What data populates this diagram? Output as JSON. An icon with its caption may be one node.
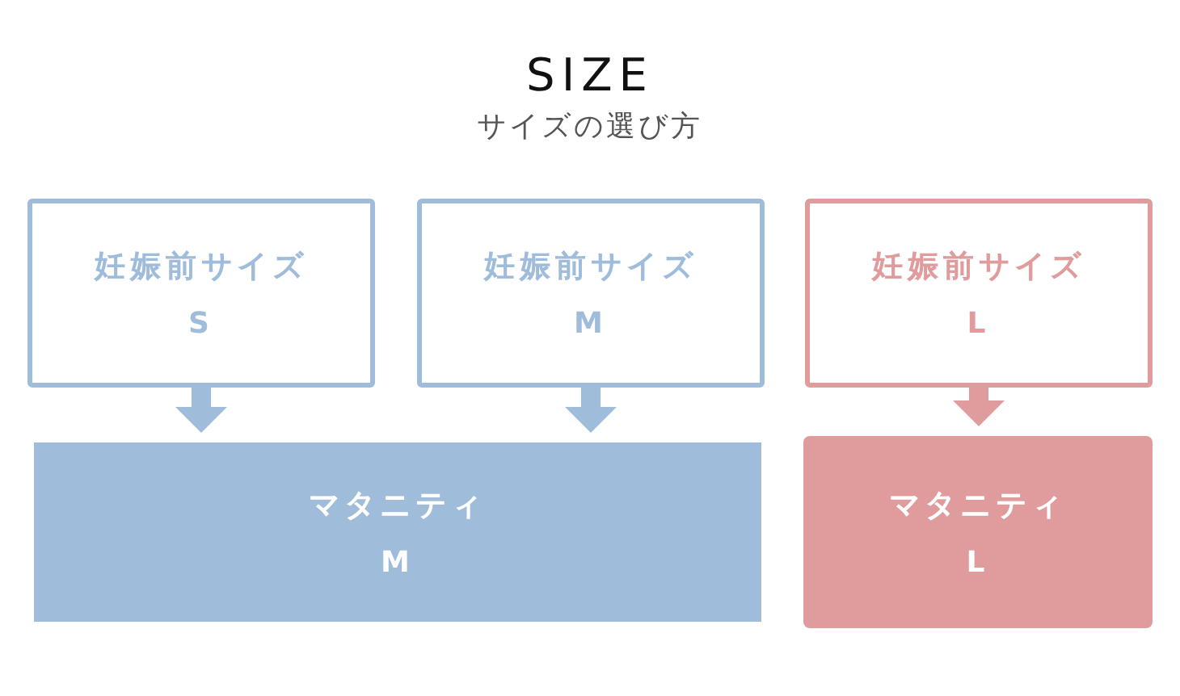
{
  "diagram": {
    "title": "SIZE",
    "caption": "サイズの選び方",
    "nodes": [
      {
        "text": [
          "妊娠前サイズ",
          "S"
        ]
      },
      {
        "text": [
          "妊娠前サイズ",
          "M"
        ]
      },
      {
        "text": [
          "妊娠前サイズ",
          "L"
        ]
      },
      {
        "text": [
          "マタニティ",
          "M"
        ]
      },
      {
        "text": [
          "マタニティ",
          "L"
        ]
      }
    ],
    "edges": [
      {
        "from": 0,
        "to": 3,
        "arrow": "to"
      },
      {
        "from": 1,
        "to": 3,
        "arrow": "to"
      },
      {
        "from": 2,
        "to": 4,
        "arrow": "to",
        "color": "#e09c9c"
      }
    ]
  }
}
